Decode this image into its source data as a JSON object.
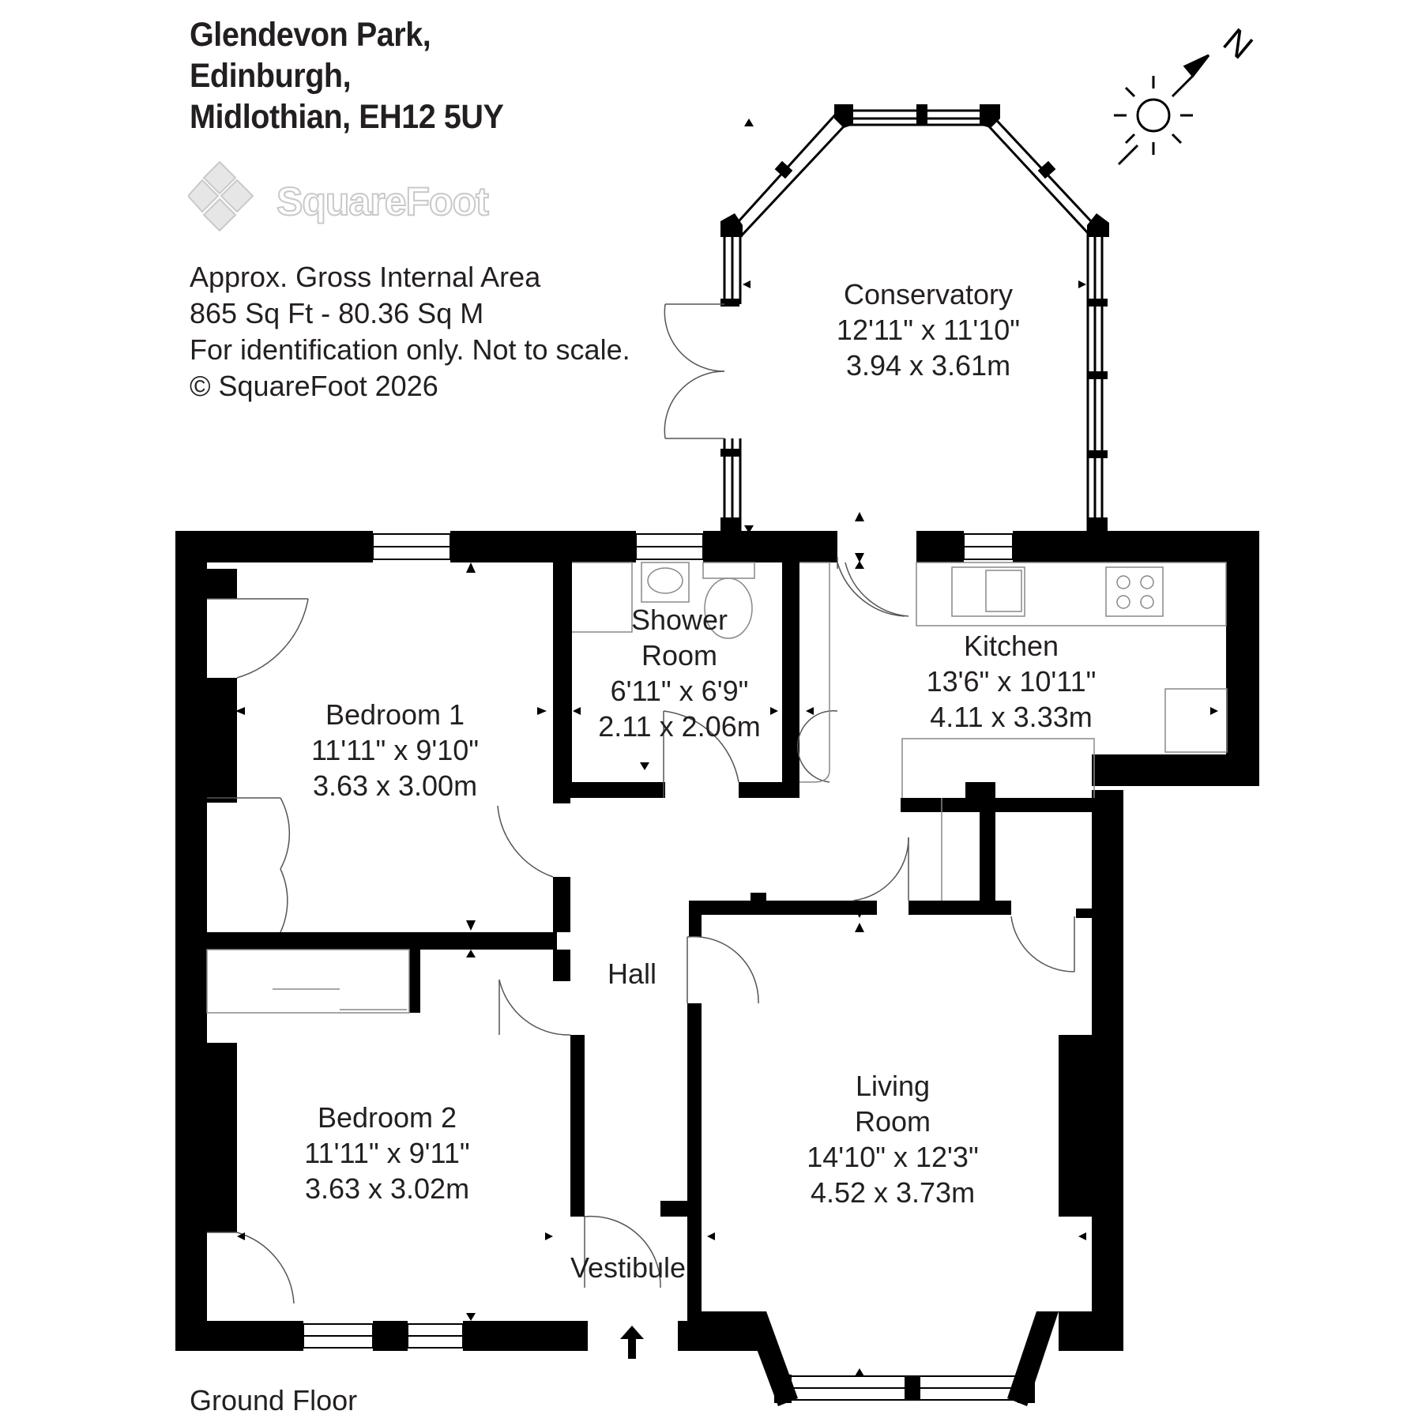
{
  "address": {
    "line1": "Glendevon Park,",
    "line2": "Edinburgh,",
    "line3": "Midlothian, EH12 5UY"
  },
  "logo": {
    "brand": "SquareFoot"
  },
  "info": {
    "area_label": "Approx. Gross Internal Area",
    "area_value": "865 Sq Ft  -  80.36 Sq M",
    "disclaimer": "For identification only. Not to scale.",
    "copyright": "© SquareFoot 2026"
  },
  "compass": {
    "north_label": "N"
  },
  "floor_label": "Ground Floor",
  "rooms": {
    "conservatory": {
      "name": "Conservatory",
      "imperial": "12'11\" x 11'10\"",
      "metric": "3.94 x 3.61m"
    },
    "shower": {
      "name1": "Shower",
      "name2": "Room",
      "imperial": "6'11\" x 6'9\"",
      "metric": "2.11 x 2.06m"
    },
    "kitchen": {
      "name": "Kitchen",
      "imperial": "13'6\" x 10'11\"",
      "metric": "4.11 x 3.33m"
    },
    "bedroom1": {
      "name": "Bedroom 1",
      "imperial": "11'11\" x 9'10\"",
      "metric": "3.63 x 3.00m"
    },
    "hall": {
      "name": "Hall"
    },
    "bedroom2": {
      "name": "Bedroom 2",
      "imperial": "11'11\" x 9'11\"",
      "metric": "3.63 x 3.02m"
    },
    "living": {
      "name1": "Living",
      "name2": "Room",
      "imperial": "14'10\" x 12'3\"",
      "metric": "4.52 x 3.73m"
    },
    "vestibule": {
      "name": "Vestibule"
    }
  },
  "colors": {
    "wall": "#000000",
    "text": "#231f20",
    "fixture": "#888888",
    "watermark": "#c9c9c9"
  }
}
